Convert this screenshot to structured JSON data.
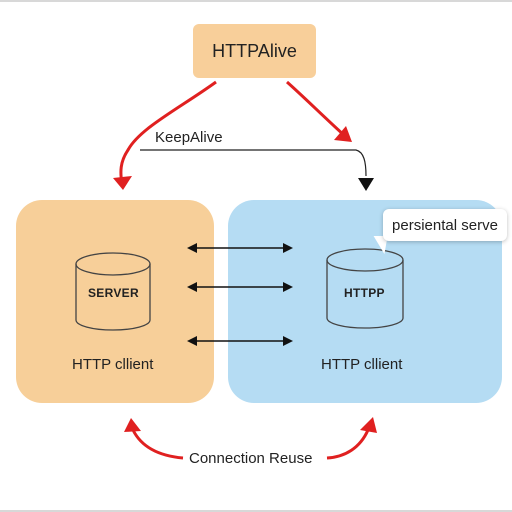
{
  "title": "HTTPAlive",
  "keepalive_label": "KeepAlive",
  "callout_text": "persiental serve",
  "left_panel": {
    "cylinder_label": "SERVER",
    "label": "HTTP cllient"
  },
  "right_panel": {
    "cylinder_label": "HTTPP",
    "label": "HTTP cllient"
  },
  "reuse_label": "Connection Reuse",
  "colors": {
    "orange_panel": "#f7cf99",
    "blue_panel": "#b5dcf3",
    "red_arrow": "#e02020",
    "black_arrow": "#111111"
  }
}
